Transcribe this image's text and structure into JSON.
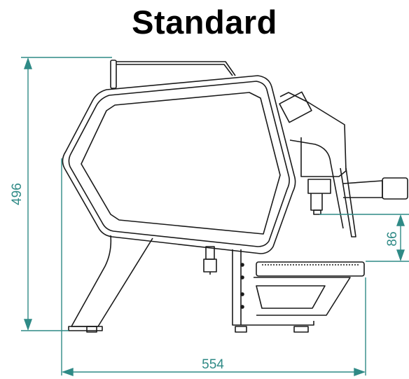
{
  "title": "Standard",
  "dimensions": {
    "height": "496",
    "width": "554",
    "drip_height": "86"
  },
  "colors": {
    "dimension_line": "#2f8a86",
    "drawing_line": "#1a1a1a"
  }
}
